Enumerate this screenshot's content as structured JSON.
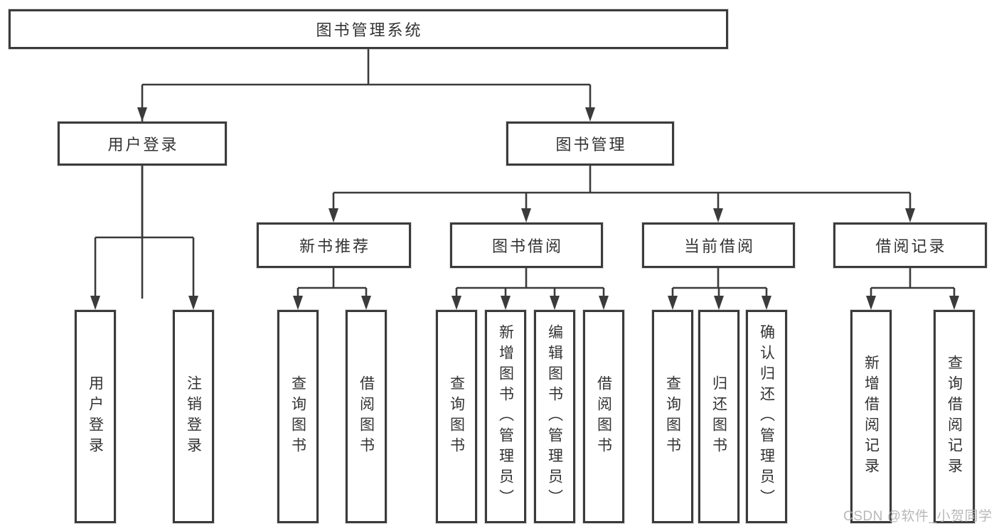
{
  "title": "图书管理系统",
  "watermark": {
    "text": "CSDN @软件_小贺同学"
  },
  "colors": {
    "background": "#ffffff",
    "line": "#3b3b3b",
    "text": "#333333",
    "watermark": "#b2b2b2"
  },
  "tree": {
    "label": "图书管理系统",
    "children": [
      {
        "label": "用户登录",
        "children": [
          {
            "label": "用户登录"
          },
          {
            "label": "注销登录"
          }
        ]
      },
      {
        "label": "图书管理",
        "children": [
          {
            "label": "新书推荐",
            "children": [
              {
                "label": "查询图书"
              },
              {
                "label": "借阅图书"
              }
            ]
          },
          {
            "label": "图书借阅",
            "children": [
              {
                "label": "查询图书"
              },
              {
                "label": "新增图书（管理员）"
              },
              {
                "label": "编辑图书（管理员）"
              },
              {
                "label": "借阅图书"
              }
            ]
          },
          {
            "label": "当前借阅",
            "children": [
              {
                "label": "查询图书"
              },
              {
                "label": "归还图书"
              },
              {
                "label": "确认归还（管理员）"
              }
            ]
          },
          {
            "label": "借阅记录",
            "children": [
              {
                "label": "新增借阅记录"
              },
              {
                "label": "查询借阅记录"
              }
            ]
          }
        ]
      }
    ]
  }
}
